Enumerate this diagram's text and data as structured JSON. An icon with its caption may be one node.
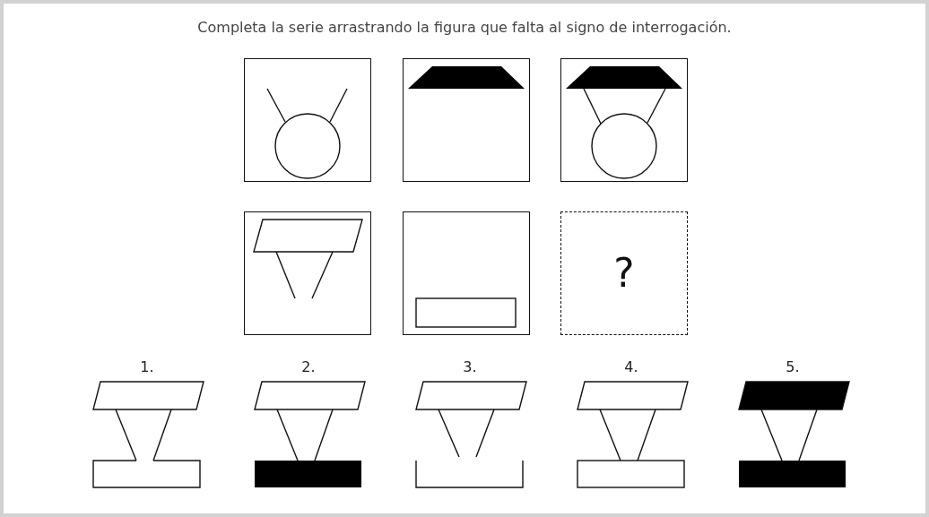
{
  "diagram": {
    "title": "Completa la serie arrastrando la figura que falta al signo de interrogación.",
    "nodes": [
      {
        "text": [],
        "shape": "picture"
      },
      {
        "text": [],
        "shape": "picture"
      },
      {
        "text": [],
        "shape": "picture"
      },
      {
        "text": [],
        "shape": "picture"
      },
      {
        "text": [],
        "shape": "picture"
      },
      {
        "text": [
          "?"
        ]
      },
      {
        "text": [
          "1."
        ]
      },
      {
        "text": [
          "2."
        ]
      },
      {
        "text": [
          "3."
        ]
      },
      {
        "text": [
          "4."
        ]
      },
      {
        "text": [
          "5."
        ]
      }
    ]
  }
}
